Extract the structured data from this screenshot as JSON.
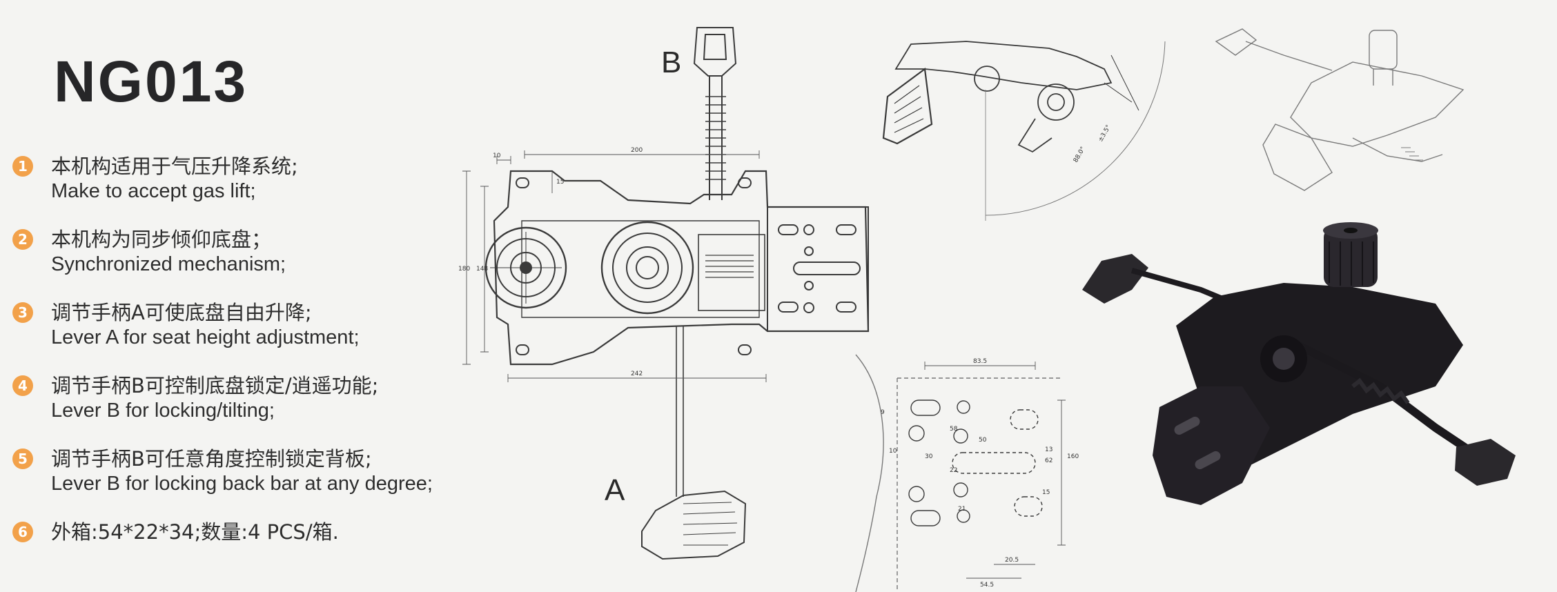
{
  "model": "NG013",
  "features": [
    {
      "num": "1",
      "zh": "本机构适用于气压升降系统;",
      "en": "Make to accept gas lift;"
    },
    {
      "num": "2",
      "zh": "本机构为同步倾仰底盘；",
      "en": "Synchronized mechanism;"
    },
    {
      "num": "3",
      "zh": "调节手柄A可使底盘自由升降;",
      "en": "Lever A for seat height adjustment;"
    },
    {
      "num": "4",
      "zh": "调节手柄B可控制底盘锁定/逍遥功能;",
      "en": "Lever B for locking/tilting;"
    },
    {
      "num": "5",
      "zh": "调节手柄B可任意角度控制锁定背板;",
      "en": "Lever B for locking back bar at any degree;"
    },
    {
      "num": "6",
      "zh": "外箱:54*22*34;数量:4 PCS/箱.",
      "en": ""
    }
  ],
  "drawing": {
    "lever_b": "B",
    "lever_a": "A",
    "dims_main": [
      "200",
      "10",
      "15",
      "180",
      "148",
      "242"
    ],
    "dims_side": [
      "88.0°",
      "±3.5°"
    ],
    "dims_plate": [
      "83.5",
      "58",
      "50",
      "22",
      "30",
      "13",
      "62",
      "160",
      "15",
      "21",
      "20.5",
      "54.5",
      "9",
      "10"
    ]
  },
  "colors": {
    "accent": "#f2a14a",
    "text": "#2d2d2d",
    "line": "#3a3a3a",
    "photo_dark": "#1d1b1f"
  }
}
